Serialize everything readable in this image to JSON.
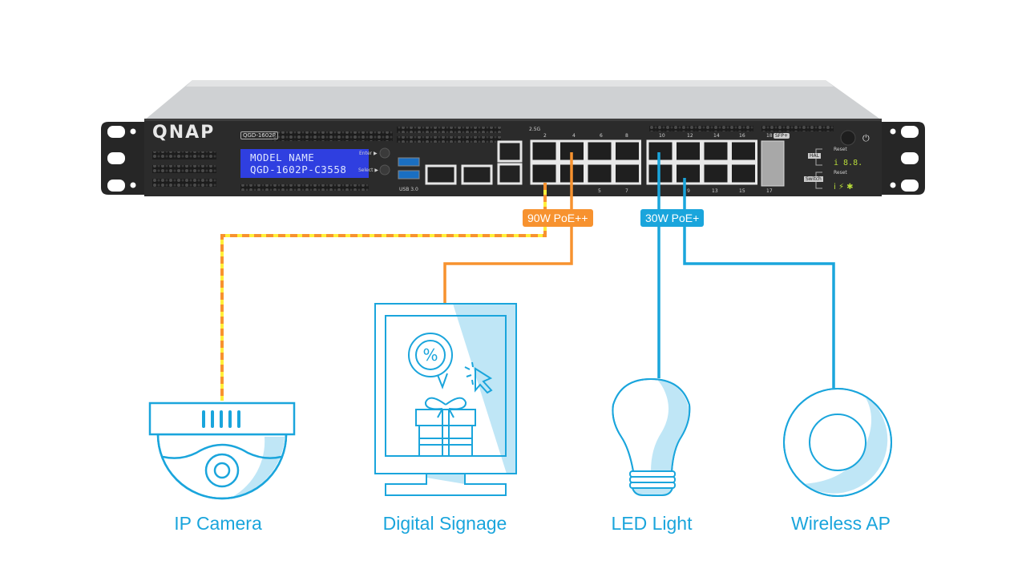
{
  "device": {
    "brand": "QNAP",
    "model_tag": "QGD-1602P",
    "lcd_line1": "MODEL NAME",
    "lcd_line2": "QGD-1602P-C3558",
    "enter_label": "Enter ▶",
    "select_label": "Select ▶",
    "usb_label": "USB 3.0",
    "port_speed_label": "2.5G",
    "sfp_label": "SFP+",
    "hal_label": "HAL",
    "switch_label": "Switch",
    "reset_label": "Reset",
    "port_numbers_top": [
      "2",
      "4",
      "6",
      "8",
      "10",
      "12",
      "14",
      "16",
      "18"
    ],
    "port_numbers_bottom": [
      "5",
      "7",
      "9",
      "13",
      "15",
      "17"
    ]
  },
  "badges": {
    "poe_plus_plus": {
      "label": "90W PoE++",
      "color": "#f7922f"
    },
    "poe_plus": {
      "label": "30W PoE+",
      "color": "#1aa5dc"
    }
  },
  "devices": [
    {
      "name": "IP Camera",
      "icon": "ip-camera-icon",
      "cable": "poe_plus_plus",
      "style": "dashed"
    },
    {
      "name": "Digital Signage",
      "icon": "digital-signage-icon",
      "cable": "poe_plus_plus",
      "style": "solid"
    },
    {
      "name": "LED Light",
      "icon": "light-bulb-icon",
      "cable": "poe_plus",
      "style": "solid"
    },
    {
      "name": "Wireless AP",
      "icon": "wireless-ap-icon",
      "cable": "poe_plus",
      "style": "solid"
    }
  ],
  "colors": {
    "accent_blue": "#1aa5dc",
    "light_blue_fill": "#bfe6f6",
    "orange": "#f7922f",
    "yellow": "#fff03a",
    "chassis": "#2a2a2a"
  }
}
